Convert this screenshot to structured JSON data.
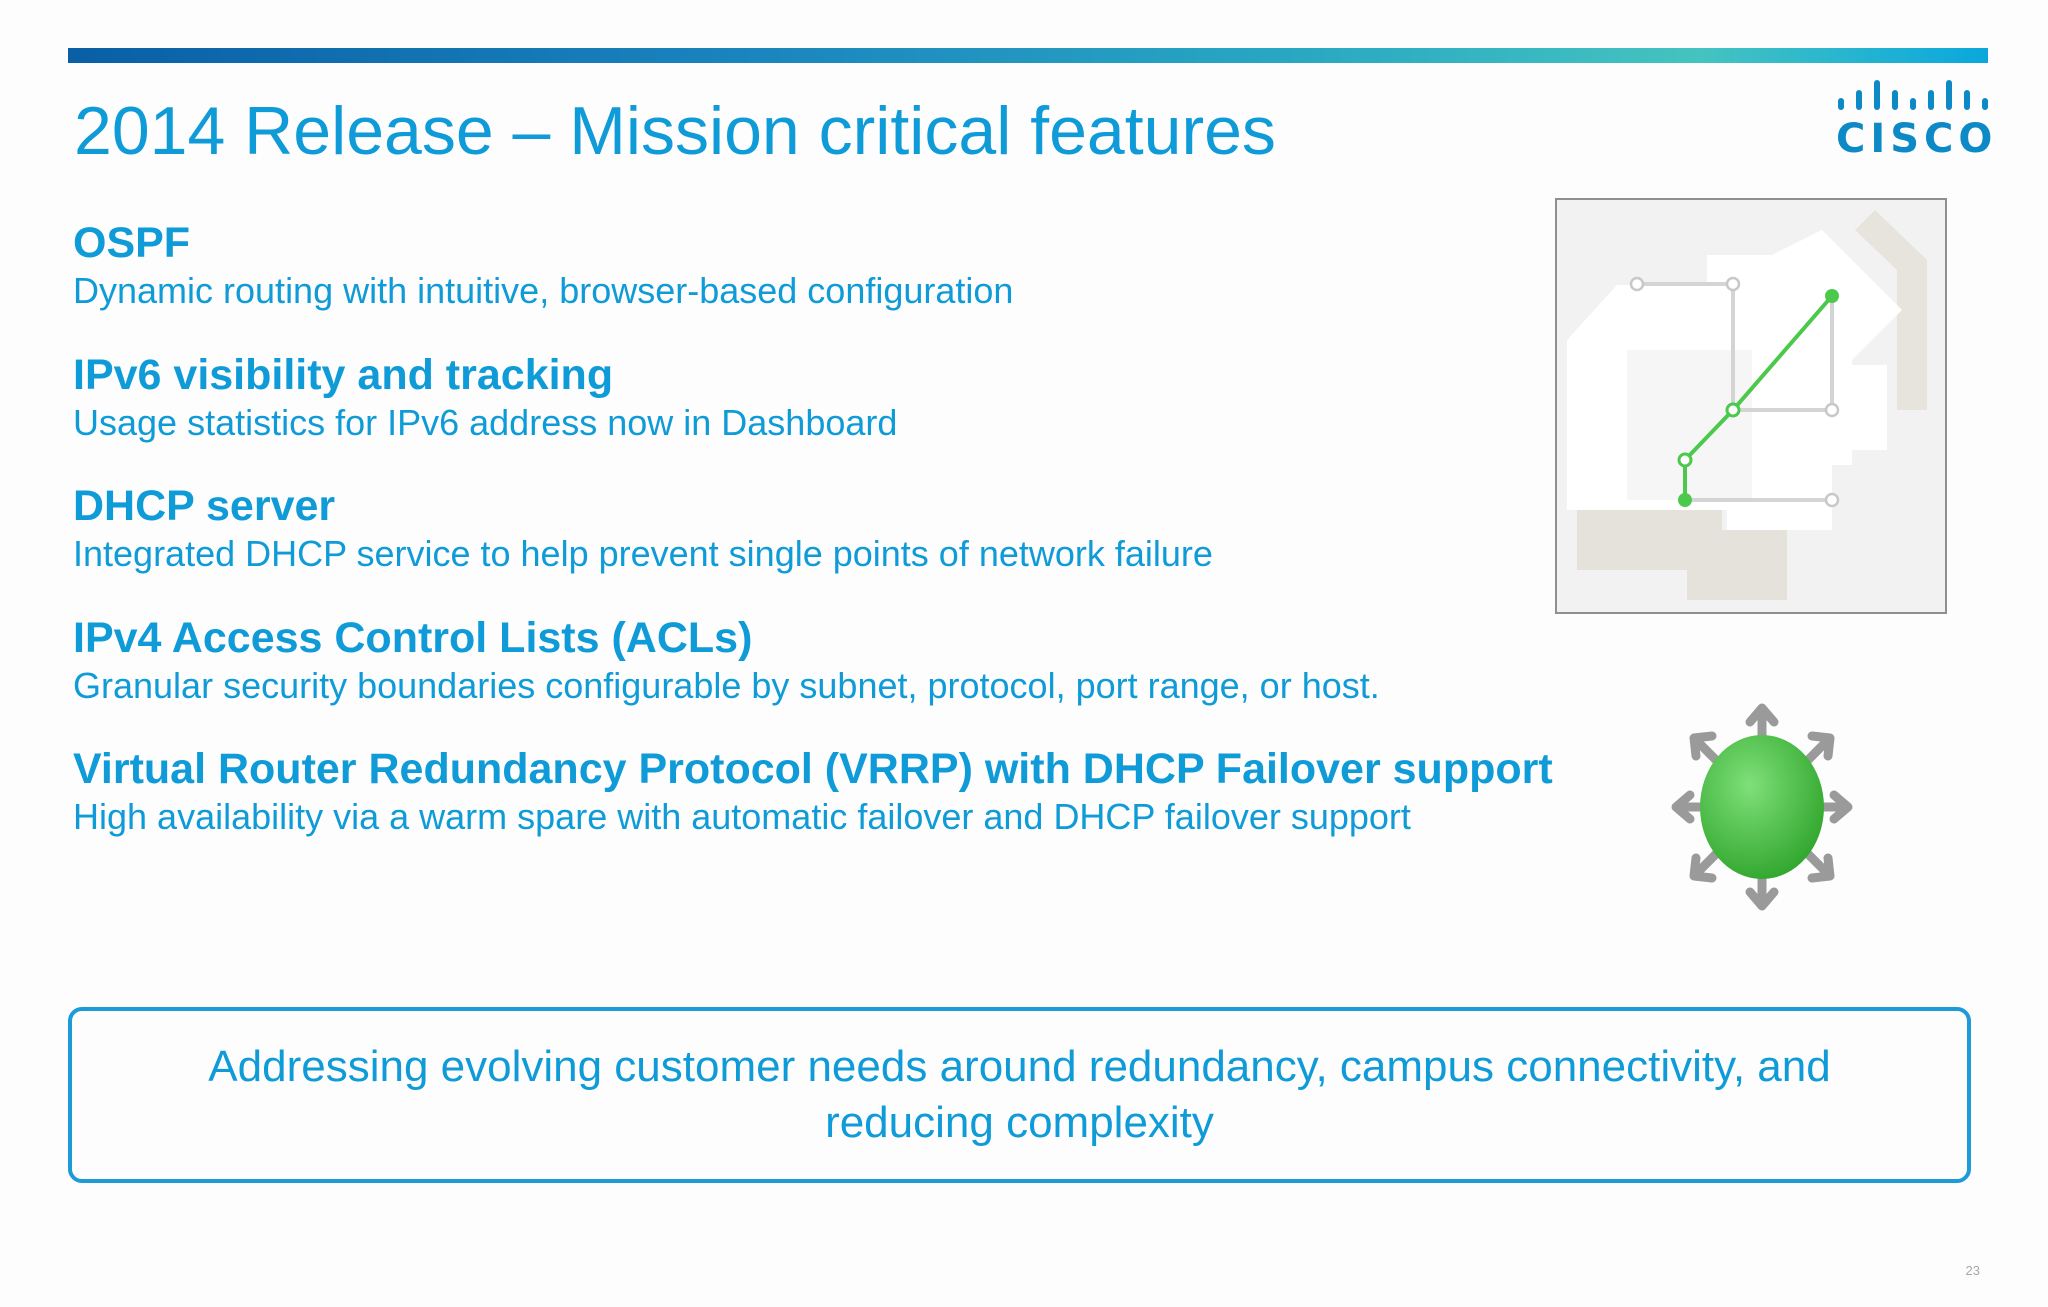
{
  "slide": {
    "title": "2014 Release – Mission critical features",
    "page_number": "23"
  },
  "logo": {
    "text": "CISCO",
    "icon": "cisco-bridge-bars-icon"
  },
  "features": [
    {
      "heading": "OSPF",
      "description": "Dynamic routing with intuitive, browser-based configuration"
    },
    {
      "heading": "IPv6 visibility and tracking",
      "description": "Usage statistics for IPv6 address now in Dashboard"
    },
    {
      "heading": "DHCP server",
      "description": "Integrated DHCP service to help prevent single points of network failure"
    },
    {
      "heading": "IPv4 Access Control Lists (ACLs)",
      "description": "Granular security boundaries configurable by subnet, protocol, port range, or host."
    },
    {
      "heading": "Virtual Router Redundancy Protocol (VRRP) with DHCP Failover support",
      "description": "High availability via a warm spare with automatic failover and DHCP failover support"
    }
  ],
  "illustrations": {
    "route_map": "route-map-icon",
    "failover": "failover-node-icon"
  },
  "callout": {
    "text": "Addressing evolving customer needs around redundancy, campus connectivity, and reducing complexity"
  },
  "colors": {
    "accent": "#0f9bd7",
    "callout_border": "#1d9bd6",
    "route_green": "#4cc94c",
    "node_green": "#3db83a"
  }
}
